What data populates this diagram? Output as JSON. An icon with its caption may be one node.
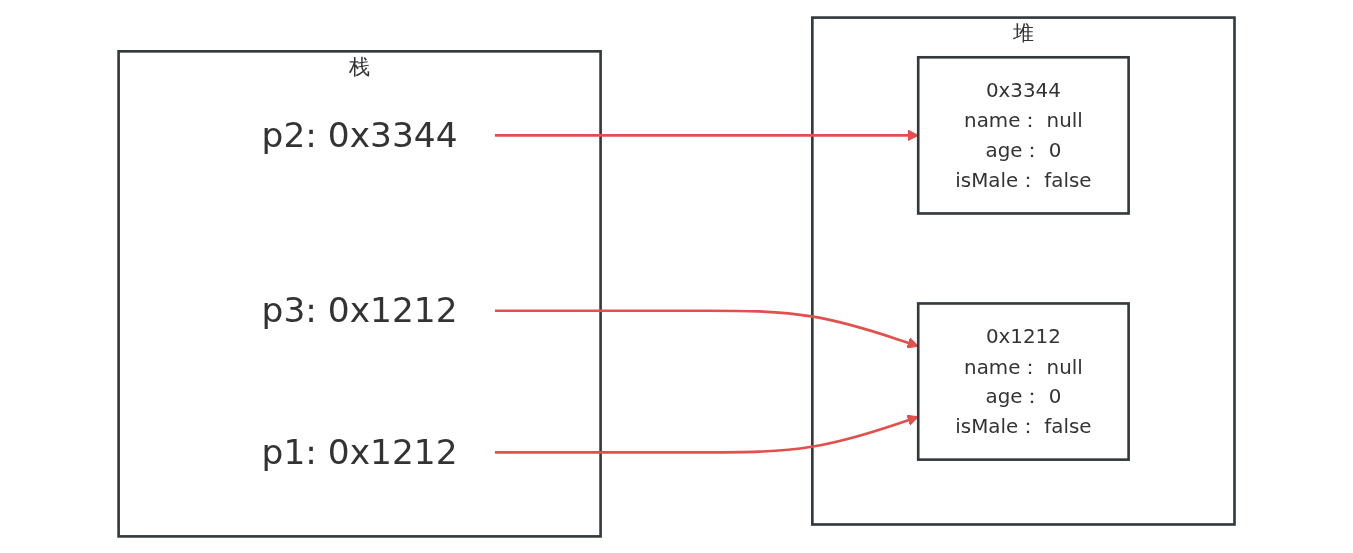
{
  "diagram": {
    "nodes": [
      {
        "text": [
          "栈"
        ]
      },
      {
        "text": [
          "p3: 0x1212"
        ],
        "in": 0
      },
      {
        "text": [
          "p2: 0x3344"
        ],
        "in": 0
      },
      {
        "text": [
          "p1: 0x1212"
        ],
        "in": 0
      },
      {
        "text": [
          "堆"
        ]
      },
      {
        "text": [
          "0x3344",
          "name： null",
          "age： 0",
          "isMale： false"
        ],
        "in": 4
      },
      {
        "text": [
          "0x1212",
          "name： null",
          "age： 0",
          "isMale： false"
        ],
        "in": 4
      }
    ],
    "edges": [
      {
        "from": 1,
        "to": 6,
        "arrow": "to"
      },
      {
        "from": 2,
        "to": 5,
        "arrow": "to"
      },
      {
        "from": 3,
        "to": 6,
        "arrow": "to"
      }
    ]
  }
}
